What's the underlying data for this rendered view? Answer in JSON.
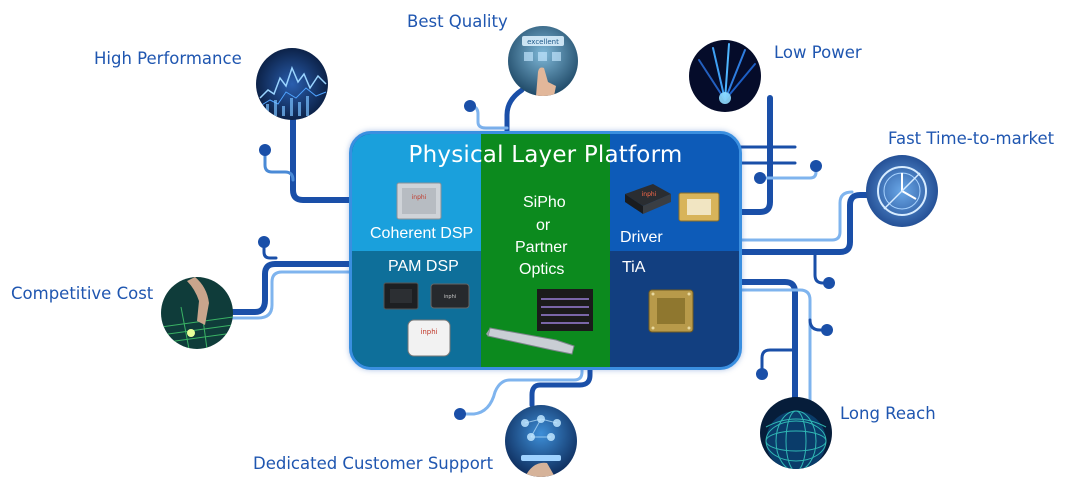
{
  "platform": {
    "title": "Physical Layer Platform",
    "cells": {
      "coherent_dsp": "Coherent DSP",
      "pam_dsp": "PAM DSP",
      "sipho": [
        "SiPho",
        "or",
        "Partner",
        "Optics"
      ],
      "driver": "Driver",
      "tia": "TiA"
    },
    "chip_brand": "inphi"
  },
  "benefits": {
    "high_performance": "High Performance",
    "best_quality": "Best Quality",
    "low_power": "Low Power",
    "fast_time_to_market": "Fast Time-to-market",
    "competitive_cost": "Competitive Cost",
    "long_reach": "Long Reach",
    "customer_support": "Dedicated Customer Support"
  },
  "badges": {
    "best_quality_screen": "excellent"
  },
  "colors": {
    "label": "#1f56b0",
    "wire_dark": "#1a4fa8",
    "wire_light": "#7fb4ee",
    "coherent_cell": "#1aa0dc",
    "sipho_cell": "#0c8a1e",
    "driver_cell": "#0d5bb8",
    "pam_cell": "#0e6f9a",
    "tia_cell": "#123f80",
    "frame": "#3a8fe0"
  }
}
